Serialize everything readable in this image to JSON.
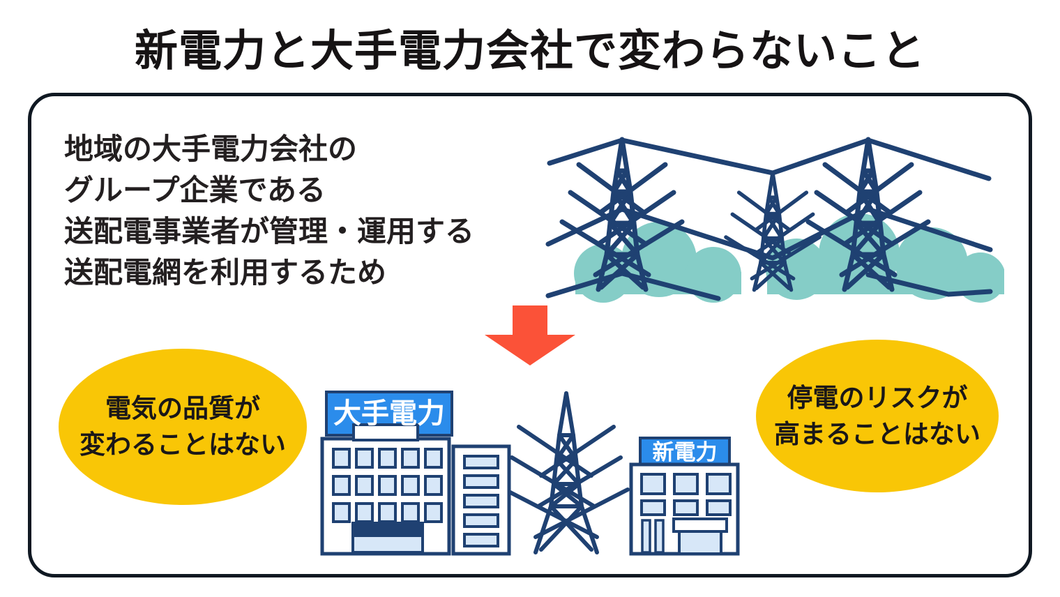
{
  "title": "新電力と大手電力会社で変わらないこと",
  "reason": {
    "lines": [
      "地域の大手電力会社の",
      "グループ企業である",
      "送配電事業者が管理・運用する",
      "送配電網を利用するため"
    ]
  },
  "badges": {
    "quality": {
      "lines": [
        "電気の品質が",
        "変わることはない"
      ]
    },
    "outage": {
      "lines": [
        "停電のリスクが",
        "高まることはない"
      ]
    }
  },
  "buildings": {
    "major_label": "大手電力",
    "new_label": "新電力"
  },
  "icons": [
    "transmission-towers-illustration",
    "down-arrow-icon",
    "buildings-illustration"
  ],
  "colors": {
    "badge_yellow": "#f9c606",
    "arrow_red": "#fb5238",
    "line_navy": "#1f4172",
    "sign_blue": "#2b8ceb",
    "window_blue": "#d7e7f8",
    "cloud_teal": "#85cdc7",
    "frame_black": "#0f1822",
    "text_black": "#231f20"
  }
}
